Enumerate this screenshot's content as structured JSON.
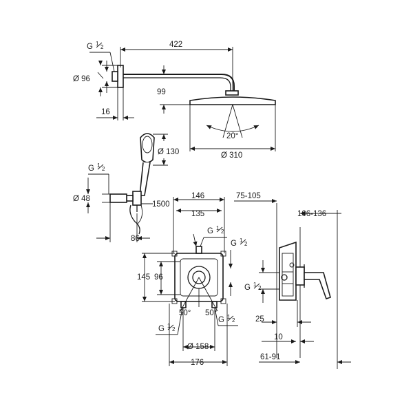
{
  "labels": {
    "g_half_top": "G",
    "g_half_top_frac_num": "1",
    "g_half_top_frac_den": "2",
    "arm_length": "422",
    "dia_96_top": "Ø 96",
    "dim_99": "99",
    "dim_16": "16",
    "angle_20": "20°",
    "dia_310": "Ø 310",
    "dia_130": "Ø 130",
    "g_half_mid": "G",
    "dia_48": "Ø 48",
    "hose_1500": "1500",
    "dim_86": "86",
    "dim_146": "146",
    "dim_135": "135",
    "g_half_box_top": "G",
    "g_half_box_right": "G",
    "dim_145": "145",
    "dim_96_box": "96",
    "angle_50_left": "50°",
    "angle_50_right": "50°",
    "g_half_bottom_left": "G",
    "g_half_bottom_right": "G",
    "dia_158": "Ø 158",
    "dim_176": "176",
    "range_75_105": "75-105",
    "range_106_136": "106-136",
    "g_half_side": "G",
    "dim_25": "25",
    "dim_10": "10",
    "range_61_91": "61-91"
  }
}
